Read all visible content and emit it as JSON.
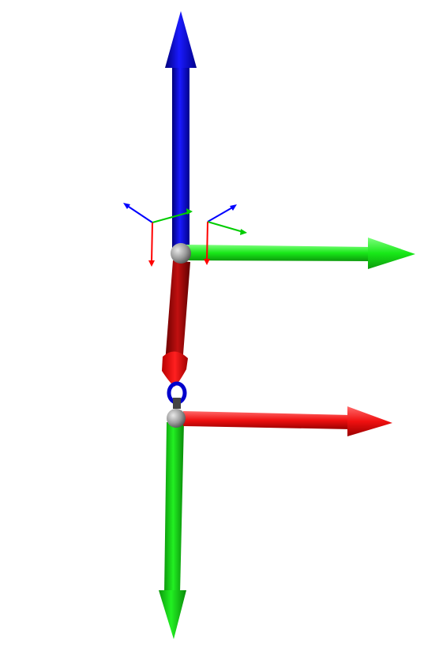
{
  "scene": {
    "background": "#ffffff",
    "colors": {
      "x_axis": "#ff0000",
      "y_axis": "#00ff00",
      "z_axis": "#0000ff",
      "link": "#b00000",
      "joint_cone": "#ff0000",
      "joint_ring": "#0000ff",
      "joint_sphere": "#9a9a9a",
      "connector": "#444444"
    },
    "icons": [
      "upper-frame-z-arrow",
      "upper-frame-y-arrow",
      "lower-frame-x-arrow",
      "lower-frame-y-arrow",
      "small-frame-left",
      "small-frame-right",
      "joint-sphere",
      "joint-cone",
      "joint-ring"
    ]
  }
}
